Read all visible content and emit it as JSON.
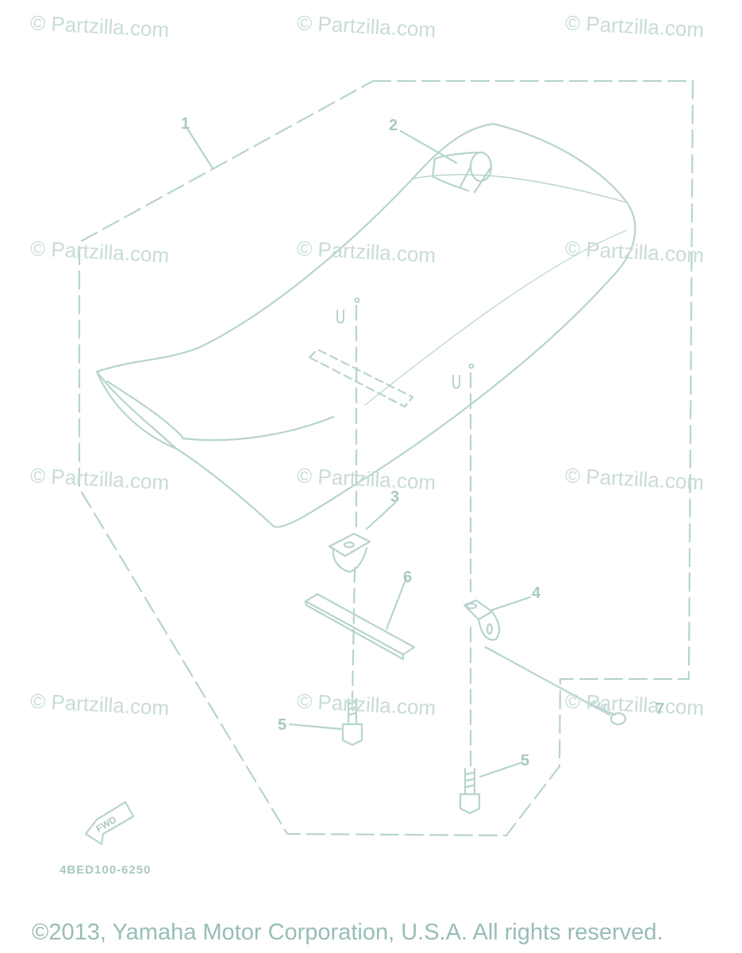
{
  "watermark": "© Partzilla.com",
  "callouts": [
    "1",
    "2",
    "3",
    "4",
    "5",
    "5",
    "6",
    "7"
  ],
  "diagram_code": "4BED100-6250",
  "fwd_label": "FWD",
  "copyright": "©2013, Yamaha Motor Corporation, U.S.A. All rights reserved.",
  "colors": {
    "line": "#b7d4cf",
    "watermark": "#c8dcd8",
    "text": "#98bdb7"
  }
}
